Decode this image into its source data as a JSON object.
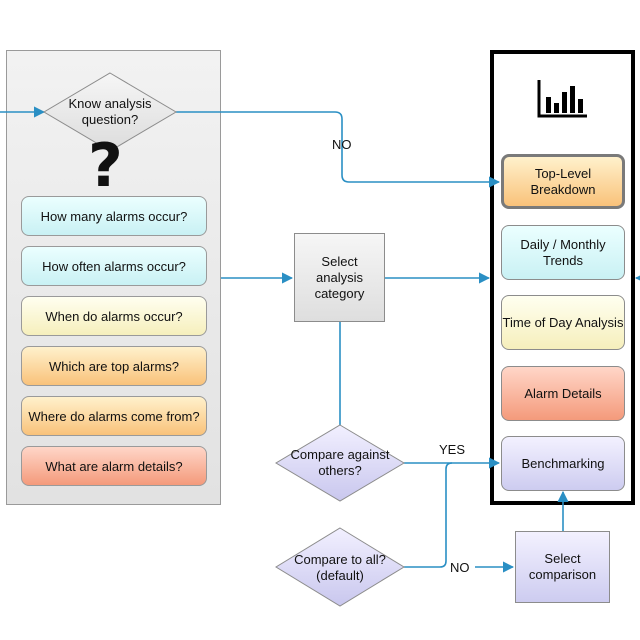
{
  "diagram": {
    "start_decision": "Know analysis question?",
    "question_mark": "?",
    "questions": [
      {
        "label": "How many alarms occur?",
        "color": "#d6f7f9"
      },
      {
        "label": "How often alarms occur?",
        "color": "#d6f7f9"
      },
      {
        "label": "When do alarms occur?",
        "color": "#fbf6cf"
      },
      {
        "label": "Which are top alarms?",
        "color": "#fbd493"
      },
      {
        "label": "Where do alarms come from?",
        "color": "#fbd493"
      },
      {
        "label": "What are alarm details?",
        "color": "#f6ad92"
      }
    ],
    "select_category": "Select analysis category",
    "compare_decision": "Compare against others?",
    "compare_all_decision": "Compare to all? (default)",
    "select_comparison": "Select comparison",
    "edge_labels": {
      "no_top": "NO",
      "yes": "YES",
      "no_bottom": "NO"
    },
    "icon": "bar-chart-icon",
    "categories": [
      {
        "label": "Top-Level Breakdown",
        "color": "#fbd493",
        "active": true
      },
      {
        "label": "Daily / Monthly Trends",
        "color": "#d6f7f9",
        "active": false
      },
      {
        "label": "Time of Day Analysis",
        "color": "#fbf6cf",
        "active": false
      },
      {
        "label": "Alarm Details",
        "color": "#f6ad92",
        "active": false
      },
      {
        "label": "Benchmarking",
        "color": "#dcdaf6",
        "active": false
      }
    ],
    "connector_color": "#2a8fc4"
  }
}
